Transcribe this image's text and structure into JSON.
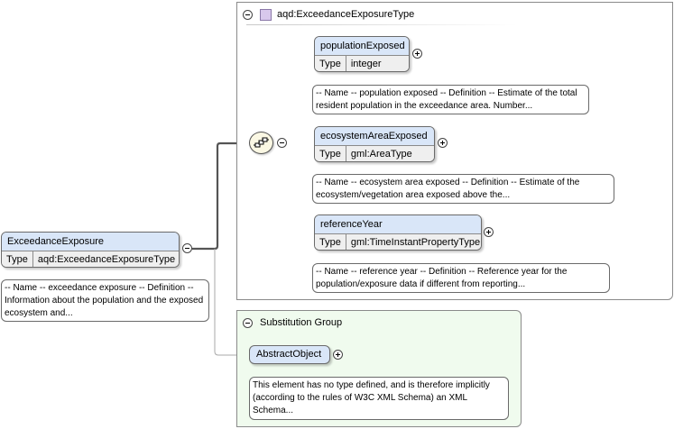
{
  "root": {
    "name": "ExceedanceExposure",
    "type_label": "Type",
    "type_value": "aqd:ExceedanceExposureType",
    "annotation": "-- Name -- exceedance exposure -- Definition -- Information about the population and the exposed ecosystem and..."
  },
  "complex_type": {
    "title": "aqd:ExceedanceExposureType",
    "elements": [
      {
        "name": "populationExposed",
        "type_label": "Type",
        "type_value": "integer",
        "annotation": "-- Name -- population exposed -- Definition -- Estimate of the total resident population in the exceedance area. Number..."
      },
      {
        "name": "ecosystemAreaExposed",
        "type_label": "Type",
        "type_value": "gml:AreaType",
        "annotation": "-- Name -- ecosystem area exposed -- Definition -- Estimate of the ecosystem/vegetation area exposed above the..."
      },
      {
        "name": "referenceYear",
        "type_label": "Type",
        "type_value": "gml:TimeInstantPropertyType",
        "annotation": "-- Name -- reference year -- Definition -- Reference year for the population/exposure data if different from reporting..."
      }
    ]
  },
  "substitution_group": {
    "title": "Substitution Group",
    "element_name": "AbstractObject",
    "annotation": "This element has no type defined, and is therefore implicitly (according to the rules of W3C XML Schema) an XML Schema..."
  },
  "icons": {
    "collapse": "minus-circle-icon",
    "expand": "plus-circle-icon",
    "complex_type": "complex-type-icon",
    "sequence": "sequence-compositor-icon"
  },
  "colors": {
    "element_header": "#d9e6f8",
    "type_row": "#efefef",
    "substitution_bg": "#f0fbee",
    "complex_type_icon": "#d8c8ec",
    "compositor_bg": "#fbf8e4"
  }
}
